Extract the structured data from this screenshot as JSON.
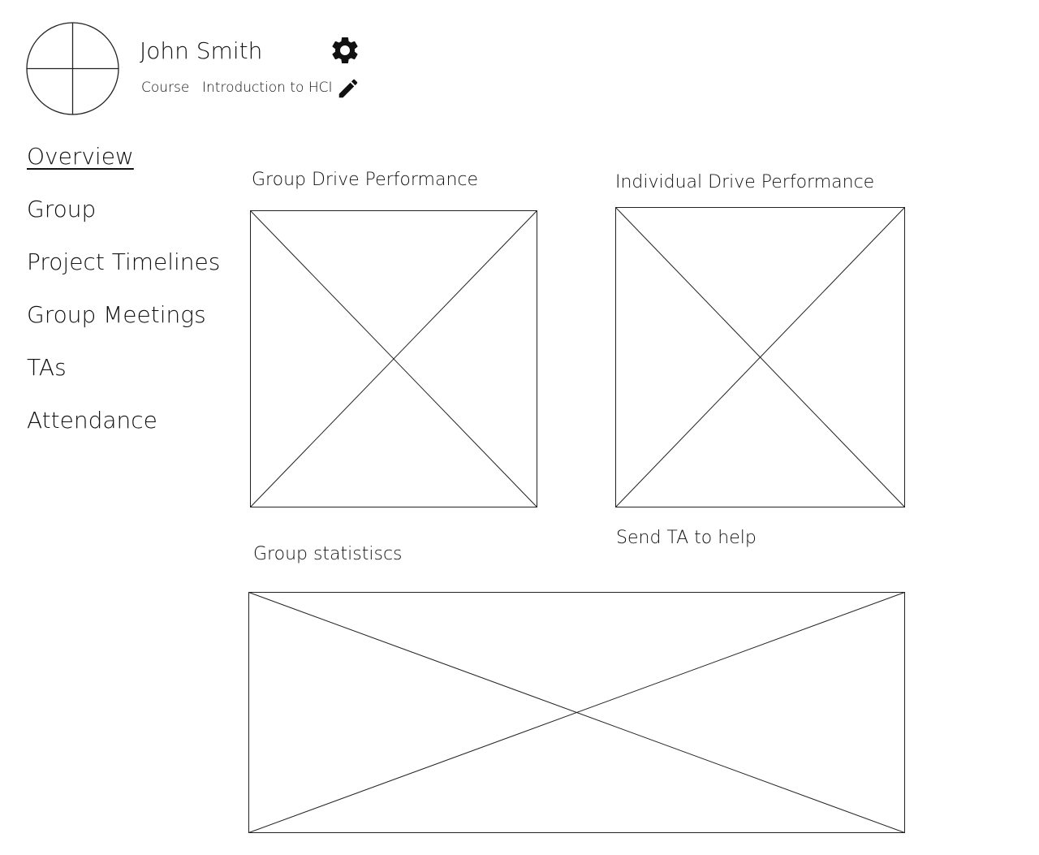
{
  "user": {
    "name": "John Smith",
    "course_label": "Course",
    "course_name": "Introduction to HCI"
  },
  "icons": {
    "settings": "gear-icon",
    "edit": "pencil-icon"
  },
  "sidebar": {
    "items": [
      {
        "label": "Overview",
        "active": true
      },
      {
        "label": "Group",
        "active": false
      },
      {
        "label": "Project Timelines",
        "active": false
      },
      {
        "label": "Group Meetings",
        "active": false
      },
      {
        "label": "TAs",
        "active": false
      },
      {
        "label": "Attendance",
        "active": false
      }
    ]
  },
  "main": {
    "group_drive_title": "Group Drive Performance",
    "individual_drive_title": "Individual Drive Performance",
    "group_stats_title": "Group statistiscs",
    "send_ta_label": "Send TA to help"
  }
}
